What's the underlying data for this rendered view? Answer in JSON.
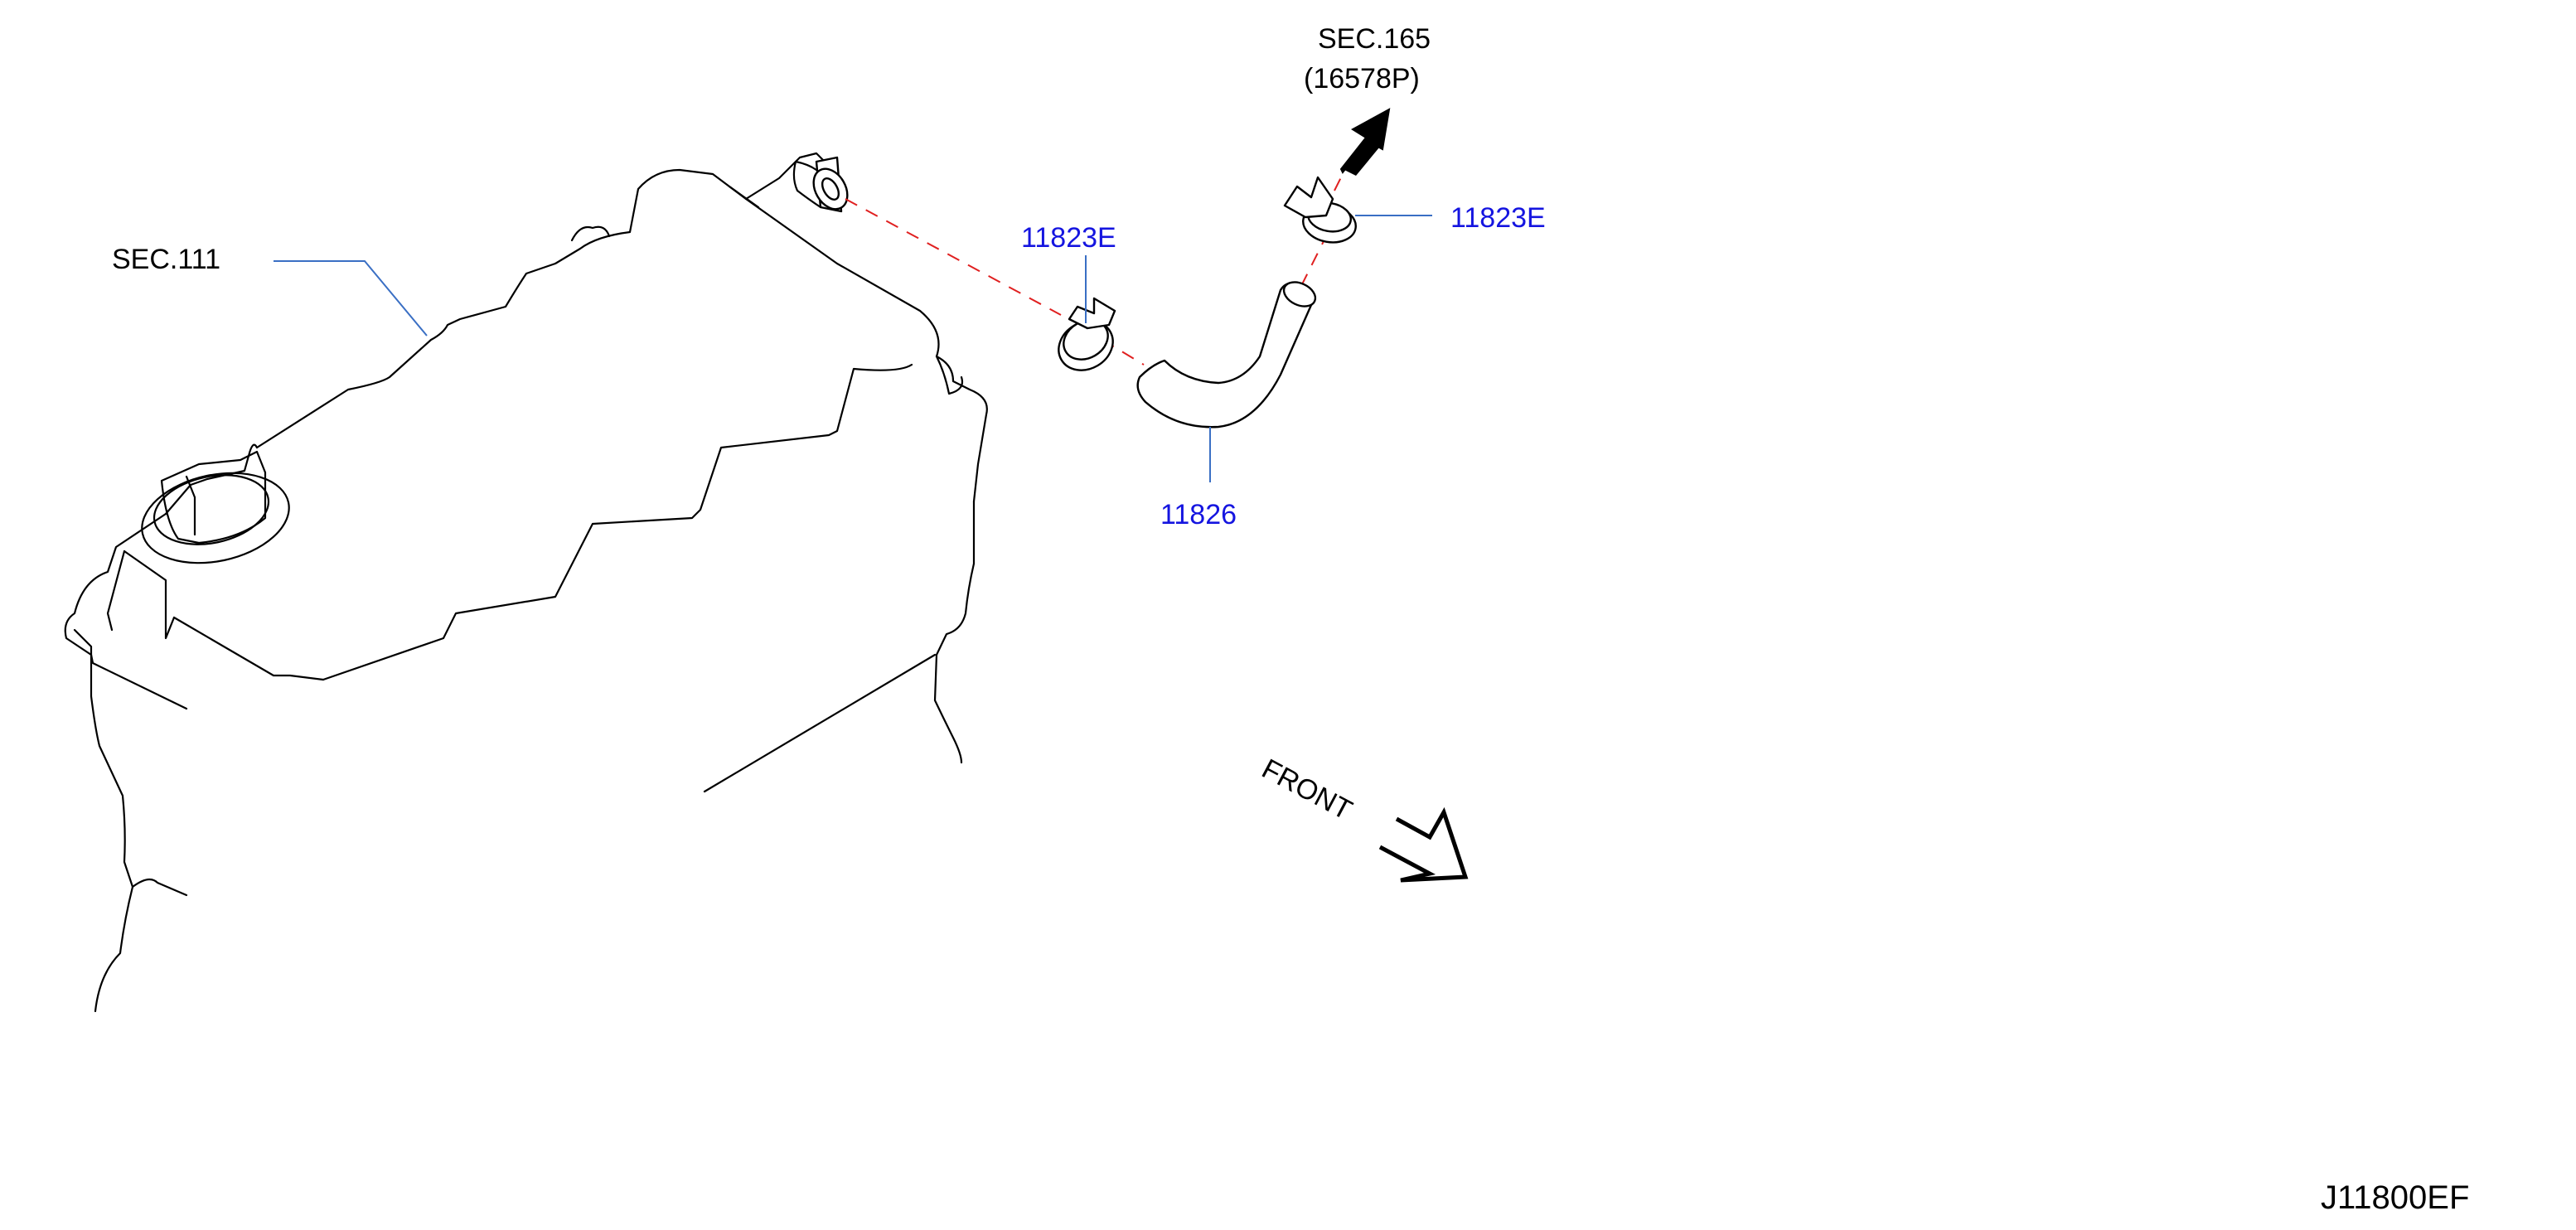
{
  "labels": {
    "sec111": "SEC.111",
    "sec165": "SEC.165",
    "sec165_ref": "(16578P)",
    "clamp_upper": "11823E",
    "clamp_lower": "11823E",
    "hose": "11826",
    "front": "FRONT",
    "diagram_code": "J11800EF"
  },
  "colors": {
    "callout": "#1515e0",
    "leader": "#3a6fc4",
    "hidden_line": "#e02020",
    "outline": "#000000"
  },
  "icons": {
    "direction_arrow": "solid-arrow-icon",
    "front_arrow": "outline-arrow-icon"
  }
}
